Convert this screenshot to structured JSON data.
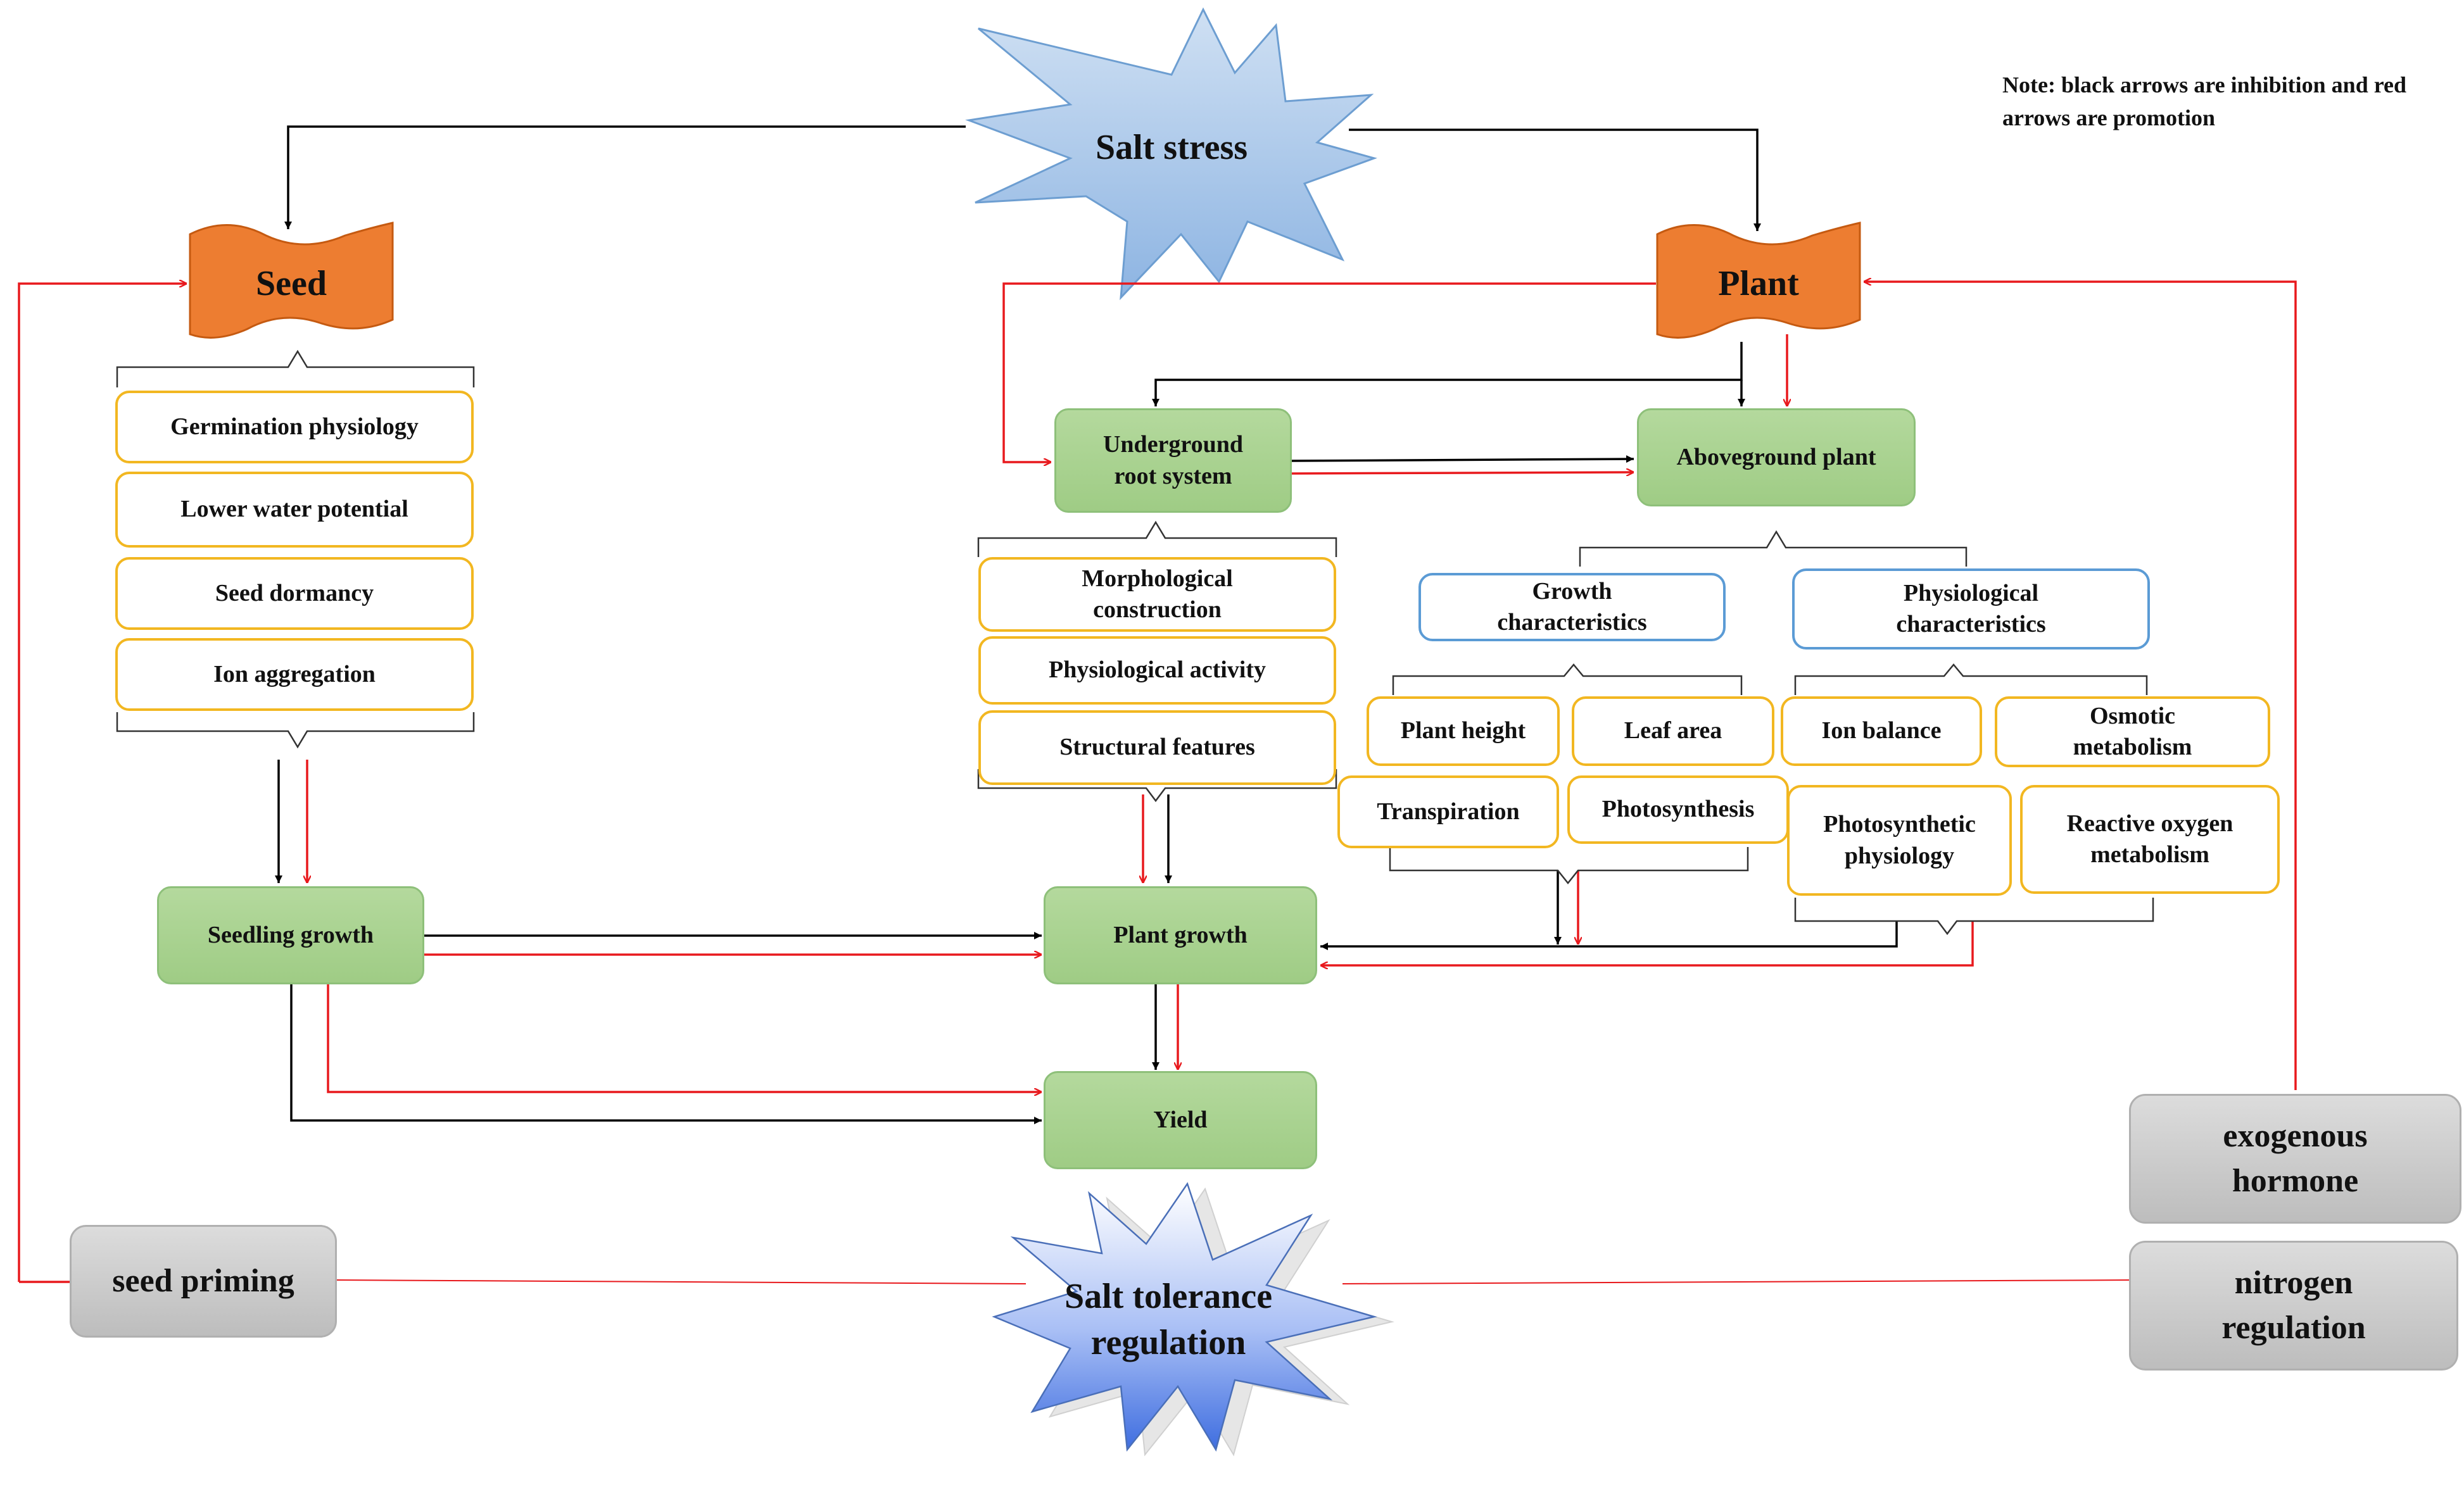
{
  "title_star": "Salt  stress",
  "note": "Note: black arrows are inhibition   and red arrows are promotion",
  "seed_banner": "Seed",
  "plant_banner": "Plant",
  "seed_factors": [
    "Germination physiology",
    "Lower water potential",
    "Seed dormancy",
    "Ion aggregation"
  ],
  "root_factors": [
    "Morphological construction",
    "Physiological activity",
    "Structural features"
  ],
  "nodes": {
    "underground": "Underground root system",
    "aboveground": "Aboveground plant",
    "seedling": "Seedling growth",
    "plant_growth": "Plant growth",
    "yield": "Yield"
  },
  "growth_char": {
    "title": "Growth characteristics",
    "items": [
      "Plant height",
      "Leaf area",
      "Transpiration",
      "Photosynthesis"
    ]
  },
  "phys_char": {
    "title": "Physiological characteristics",
    "items": [
      "Ion balance",
      "Osmotic metabolism",
      "Photosynthetic physiology",
      "Reactive oxygen metabolism"
    ]
  },
  "regulation": {
    "star": "Salt tolerance regulation",
    "seed_priming": "seed priming",
    "exogenous_hormone": "exogenous hormone",
    "nitrogen_regulation": "nitrogen regulation"
  },
  "colors": {
    "inhibition_arrow": "#000000",
    "promotion_arrow": "#e8191d",
    "banner": "#ed7d31",
    "factor_border": "#f2b721",
    "group_border": "#5b9bd5",
    "node_fill": "#a9d18e",
    "regulator_fill": "#cfcfcf"
  }
}
